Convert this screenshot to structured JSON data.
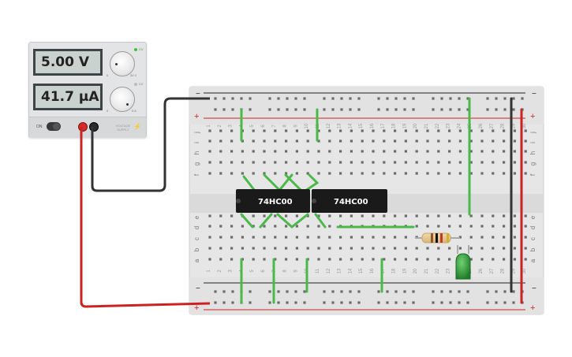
{
  "power_supply": {
    "voltage_display": "5.00 V",
    "current_display": "41.7 µA",
    "voltage_knob_min": "0",
    "voltage_knob_max": "30 V",
    "current_knob_min": "0",
    "current_knob_max": "5 A",
    "cc_indicator": "CC",
    "cv_indicator": "CV",
    "power_label": "ON",
    "brand_label": "VOLTAGE SUPPLY"
  },
  "breadboard": {
    "row_letters_top": [
      "j",
      "i",
      "h",
      "g",
      "f"
    ],
    "row_letters_bottom": [
      "e",
      "d",
      "c",
      "b",
      "a"
    ],
    "column_numbers": [
      "1",
      "2",
      "3",
      "4",
      "5",
      "6",
      "7",
      "8",
      "9",
      "10",
      "11",
      "12",
      "13",
      "14",
      "15",
      "16",
      "17",
      "18",
      "19",
      "20",
      "21",
      "22",
      "23",
      "24",
      "25",
      "26",
      "27",
      "28",
      "29",
      "30"
    ],
    "rail_plus": "+",
    "rail_minus": "−"
  },
  "components": {
    "chip_1": {
      "label": "74HC00"
    },
    "chip_2": {
      "label": "74HC00"
    },
    "resistor": {
      "bands": [
        "#8b5a2b",
        "#111111",
        "#c0392b",
        "#d4af37"
      ]
    },
    "led": {
      "color": "#2e9e3a"
    }
  },
  "colors": {
    "wire_green": "#4cb84a",
    "wire_red": "#cc2222",
    "wire_black": "#333333",
    "rail_red": "#cc2222",
    "rail_black": "#222222"
  }
}
